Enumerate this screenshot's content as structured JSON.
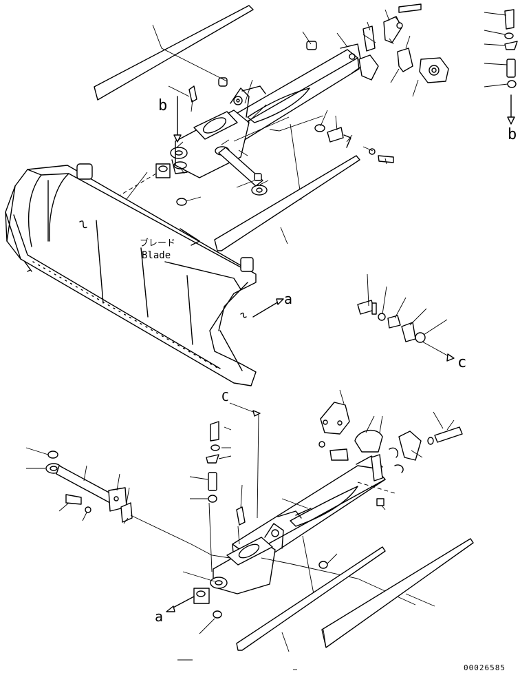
{
  "blade_label_jp": "ブレード",
  "blade_label_en": "Blade",
  "markers": {
    "a": "a",
    "b": "b",
    "c": "c",
    "C": "C"
  },
  "drawing_number": "00026585"
}
